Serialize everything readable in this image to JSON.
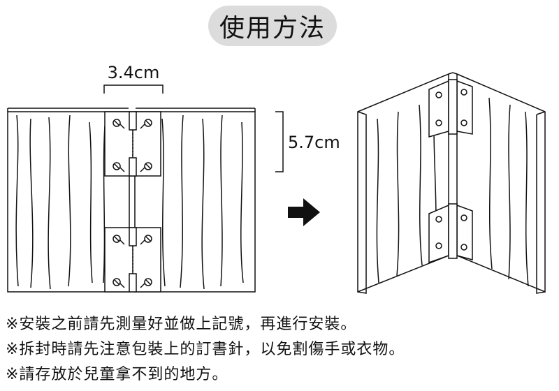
{
  "title": "使用方法",
  "dimensions": {
    "width_label": "3.4cm",
    "height_label": "5.7cm"
  },
  "arrow_icon": "right-arrow-icon",
  "notes": [
    "※安裝之前請先測量好並做上記號，再進行安裝。",
    "※拆封時請先注意包裝上的訂書針，以免割傷手或衣物。",
    "※請存放於兒童拿不到的地方。"
  ]
}
